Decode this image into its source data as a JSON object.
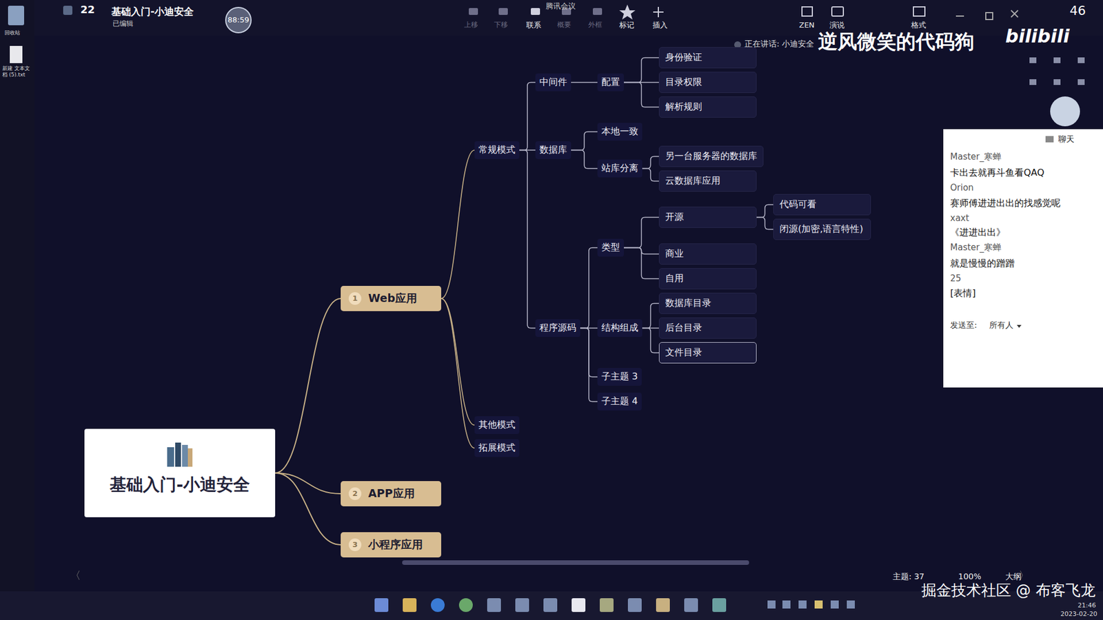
{
  "diagram": {
    "nodes": [
      {
        "text": [
          "基础入门-小迪安全"
        ]
      },
      {
        "text": [
          "1",
          "Web应用"
        ]
      },
      {
        "text": [
          "常规模式"
        ]
      },
      {
        "text": [
          "中间件"
        ]
      },
      {
        "text": [
          "配置"
        ]
      },
      {
        "text": [
          "身份验证"
        ]
      },
      {
        "text": [
          "目录权限"
        ]
      },
      {
        "text": [
          "解析规则"
        ]
      },
      {
        "text": [
          "数据库"
        ]
      },
      {
        "text": [
          "本地一致"
        ]
      },
      {
        "text": [
          "站库分离"
        ]
      },
      {
        "text": [
          "另一台服务器的数据库"
        ]
      },
      {
        "text": [
          "云数据库应用"
        ]
      },
      {
        "text": [
          "程序源码"
        ]
      },
      {
        "text": [
          "类型"
        ]
      },
      {
        "text": [
          "开源"
        ]
      },
      {
        "text": [
          "代码可看"
        ]
      },
      {
        "text": [
          "闭源(加密,语言特性)"
        ]
      },
      {
        "text": [
          "商业"
        ]
      },
      {
        "text": [
          "自用"
        ]
      },
      {
        "text": [
          "结构组成"
        ]
      },
      {
        "text": [
          "数据库目录"
        ]
      },
      {
        "text": [
          "后台目录"
        ]
      },
      {
        "text": [
          "文件目录"
        ]
      },
      {
        "text": [
          "子主题 3"
        ]
      },
      {
        "text": [
          "子主题 4"
        ]
      },
      {
        "text": [
          "其他模式"
        ]
      },
      {
        "text": [
          "拓展模式"
        ]
      },
      {
        "text": [
          "2",
          "APP应用"
        ]
      },
      {
        "text": [
          "3",
          "小程序应用"
        ]
      }
    ],
    "edges": [
      {
        "from": 0,
        "to": 1,
        "arrow": "none"
      },
      {
        "from": 1,
        "to": 2,
        "arrow": "none"
      },
      {
        "from": 2,
        "to": 3,
        "arrow": "none"
      },
      {
        "from": 3,
        "to": 4,
        "arrow": "none"
      },
      {
        "from": 4,
        "to": 5,
        "arrow": "none"
      },
      {
        "from": 4,
        "to": 6,
        "arrow": "none"
      },
      {
        "from": 4,
        "to": 7,
        "arrow": "none"
      },
      {
        "from": 2,
        "to": 8,
        "arrow": "none"
      },
      {
        "from": 8,
        "to": 9,
        "arrow": "none"
      },
      {
        "from": 8,
        "to": 10,
        "arrow": "none"
      },
      {
        "from": 10,
        "to": 11,
        "arrow": "none"
      },
      {
        "from": 10,
        "to": 12,
        "arrow": "none"
      },
      {
        "from": 2,
        "to": 13,
        "arrow": "none"
      },
      {
        "from": 13,
        "to": 14,
        "arrow": "none"
      },
      {
        "from": 14,
        "to": 15,
        "arrow": "none"
      },
      {
        "from": 15,
        "to": 16,
        "arrow": "none"
      },
      {
        "from": 15,
        "to": 17,
        "arrow": "none"
      },
      {
        "from": 14,
        "to": 18,
        "arrow": "none"
      },
      {
        "from": 14,
        "to": 19,
        "arrow": "none"
      },
      {
        "from": 13,
        "to": 20,
        "arrow": "none"
      },
      {
        "from": 20,
        "to": 21,
        "arrow": "none"
      },
      {
        "from": 20,
        "to": 22,
        "arrow": "none"
      },
      {
        "from": 20,
        "to": 23,
        "arrow": "none"
      },
      {
        "from": 13,
        "to": 24,
        "arrow": "none"
      },
      {
        "from": 13,
        "to": 25,
        "arrow": "none"
      },
      {
        "from": 1,
        "to": 26,
        "arrow": "none"
      },
      {
        "from": 1,
        "to": 27,
        "arrow": "none"
      },
      {
        "from": 0,
        "to": 28,
        "arrow": "none"
      },
      {
        "from": 0,
        "to": 29,
        "arrow": "none"
      }
    ],
    "labels": [
      "回收站",
      "新建 文本文档 (5).txt",
      "22",
      "基础入门-小迪安全",
      "已编辑",
      "88:59",
      "腾讯会议",
      "上移",
      "下移",
      "联系",
      "概要",
      "外框",
      "标记",
      "插入",
      "ZEN",
      "演说",
      "格式",
      "正在讲话: 小迪安全",
      "逆风微笑的代码狗",
      "bilibili",
      "46",
      "聊天",
      "Master_寒蝉",
      "卡出去就再斗鱼看QAQ",
      "Orion",
      "赛师傅进进出出的找感觉呢",
      "xaxt",
      "《进进出出》",
      "Master_寒蝉",
      "就是慢慢的蹭蹭",
      "25",
      "[表情]",
      "发送至:",
      "所有人",
      "主题: 37",
      "100%",
      "大纲",
      "掘金技术社区 @ 布客飞龙",
      "21:46",
      "2023-02-20"
    ]
  }
}
